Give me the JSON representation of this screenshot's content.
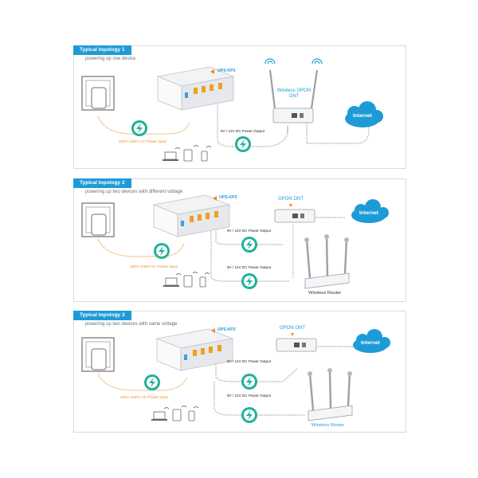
{
  "colors": {
    "accent": "#1e9bd7",
    "power": "#f08a1c",
    "cable": "#9aa0a6",
    "bolt_green": "#1fb19a"
  },
  "panels": [
    {
      "title": "Typical topology 1",
      "subtitle": "powering up one device",
      "ups_label": "UPS-KP3",
      "ac_label": "100V~240V AC Power Input",
      "dc_labels": [
        "9V / 12V DC Power Output"
      ],
      "device_label": "Wireless GPON ONT",
      "internet_label": "Internet"
    },
    {
      "title": "Typical topology 2",
      "subtitle": "powering up two devices with different voltage",
      "ups_label": "UPS-KP3",
      "ac_label": "100V~240V AC Power Input",
      "dc_labels": [
        "9V / 12V DC Power Output",
        "9V / 12V DC Power Output"
      ],
      "device_label": "GPON ONT",
      "router_label": "Wireless Router",
      "internet_label": "Internet"
    },
    {
      "title": "Typical topology 3",
      "subtitle": "powering up two devices with same voltage",
      "ups_label": "UPS-KP3",
      "ac_label": "100V~240V AC Power Input",
      "dc_labels": [
        "9V / 12V DC Power Output",
        "9V / 12V DC Power Output"
      ],
      "device_label": "GPON ONT",
      "router_label": "Wireless Router",
      "internet_label": "Internet"
    }
  ]
}
